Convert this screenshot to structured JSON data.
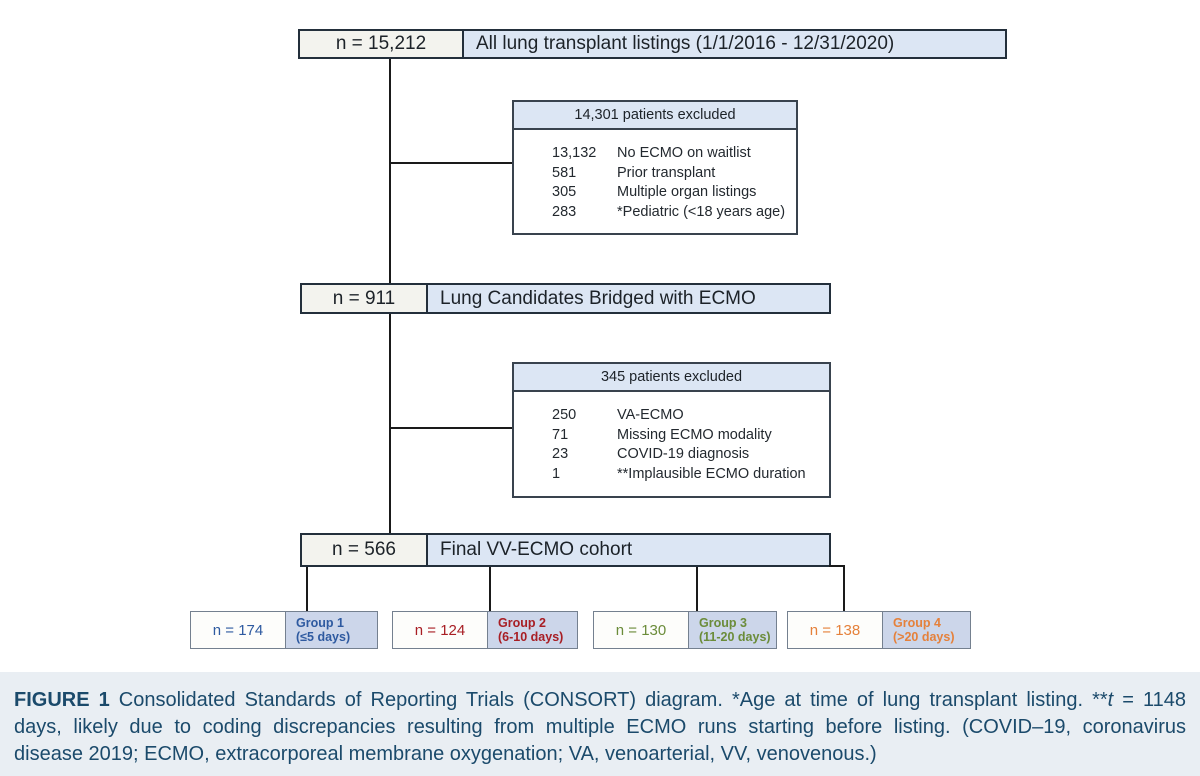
{
  "figure": {
    "box1": {
      "n": "n = 15,212",
      "label": "All lung transplant listings (1/1/2016 - 12/31/2020)"
    },
    "exclusion1": {
      "header": "14,301 patients excluded",
      "rows": [
        {
          "count": "13,132",
          "reason": "No ECMO on waitlist"
        },
        {
          "count": "581",
          "reason": "Prior transplant"
        },
        {
          "count": "305",
          "reason": "Multiple organ listings"
        },
        {
          "count": "283",
          "reason": "*Pediatric (<18 years age)"
        }
      ]
    },
    "box2": {
      "n": "n = 911",
      "label": "Lung Candidates Bridged with ECMO"
    },
    "exclusion2": {
      "header": "345 patients excluded",
      "rows": [
        {
          "count": "250",
          "reason": "VA-ECMO"
        },
        {
          "count": "71",
          "reason": "Missing ECMO modality"
        },
        {
          "count": "23",
          "reason": "COVID-19 diagnosis"
        },
        {
          "count": "1",
          "reason": "**Implausible ECMO duration"
        }
      ]
    },
    "box3": {
      "n": "n = 566",
      "label": "Final VV-ECMO cohort"
    },
    "groups": [
      {
        "n": "n = 174",
        "name": "Group 1",
        "range": "(≤5 days)",
        "color": "#2e5aa0"
      },
      {
        "n": "n = 124",
        "name": "Group 2",
        "range": "(6-10 days)",
        "color": "#a81e24"
      },
      {
        "n": "n = 130",
        "name": "Group 3",
        "range": "(11-20 days)",
        "color": "#6b8c3a"
      },
      {
        "n": "n = 138",
        "name": "Group 4",
        "range": "(>20 days)",
        "color": "#e5813b"
      }
    ]
  },
  "caption": {
    "figure_label": "FIGURE 1",
    "line1_a": " Consolidated Standards of Reporting Trials (CONSORT) diagram. *Age at time of lung transplant listing. **",
    "line1_t": "t",
    "line1_b": " = 1148",
    "line2": "days, likely due to coding discrepancies resulting from multiple ECMO runs starting before listing. (COVID–19, coronavirus",
    "line3": "disease 2019; ECMO, extracorporeal membrane oxygenation; VA, venoarterial, VV, venovenous.)"
  },
  "colors": {
    "box_fill_blue": "#dce6f4",
    "box_fill_gray": "#f3f3ee",
    "group_fill_blue": "#ccd6ea",
    "border_dark": "#232f3b",
    "group_border": "#74808f",
    "caption_bg": "#e9eef3",
    "caption_text": "#1b4a6b"
  }
}
